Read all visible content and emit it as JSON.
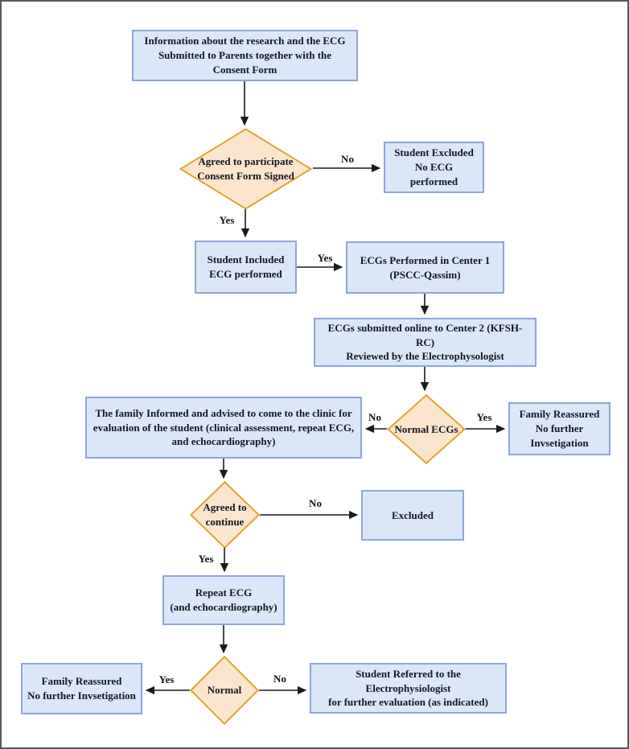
{
  "diagram": {
    "type": "flowchart",
    "topic": "ECG research screening consent and review workflow",
    "colors": {
      "process_fill": "#dbe7f8",
      "process_border": "#8ca6d8",
      "decision_fill": "#fbe5cc",
      "decision_border": "#e2a42c",
      "text": "#15151f",
      "arrow": "#1a1a1a",
      "frame_border": "#58595b"
    },
    "nodes": {
      "info_consent": {
        "type": "process",
        "text": "Information about the research and the ECG\nSubmitted to Parents together with the\nConsent Form"
      },
      "agreed_participate": {
        "type": "decision",
        "text": "Agreed to participate\nConsent Form Signed"
      },
      "student_excluded": {
        "type": "process",
        "text": "Student Excluded\nNo ECG performed"
      },
      "student_included": {
        "type": "process",
        "text": "Student Included\nECG performed"
      },
      "ecg_center1": {
        "type": "process",
        "text": "ECGs Performed in Center 1\n(PSCC-Qassim)"
      },
      "ecg_center2": {
        "type": "process",
        "text": "ECGs submitted online to Center 2 (KFSH-RC)\nReviewed by the Electrophysologist"
      },
      "normal_ecgs": {
        "type": "decision",
        "text": "Normal ECGs"
      },
      "family_informed": {
        "type": "process",
        "text": "The family Informed and advised to come to the clinic for\nevaluation of the student (clinical assessment, repeat ECG,\nand echocardiography)"
      },
      "family_reassured_right": {
        "type": "process",
        "text": "Family Reassured\nNo further\nInvsetigation"
      },
      "agreed_continue": {
        "type": "decision",
        "text": "Agreed to\ncontinue"
      },
      "excluded": {
        "type": "process",
        "text": "Excluded"
      },
      "repeat_ecg": {
        "type": "process",
        "text": "Repeat ECG\n(and echocardiography)"
      },
      "normal_repeat": {
        "type": "decision",
        "text": "Normal"
      },
      "family_reassured_bottom": {
        "type": "process",
        "text": "Family Reassured\nNo further Invsetigation"
      },
      "student_referred": {
        "type": "process",
        "text": "Student Referred to the Electrophysiologist\nfor further evaluation (as indicated)"
      }
    },
    "edge_labels": {
      "no1": "No",
      "yes1": "Yes",
      "yes2": "Yes",
      "no2": "No",
      "yes3": "Yes",
      "no3": "No",
      "yes4": "Yes",
      "yes5": "Yes",
      "no5": "No"
    }
  }
}
